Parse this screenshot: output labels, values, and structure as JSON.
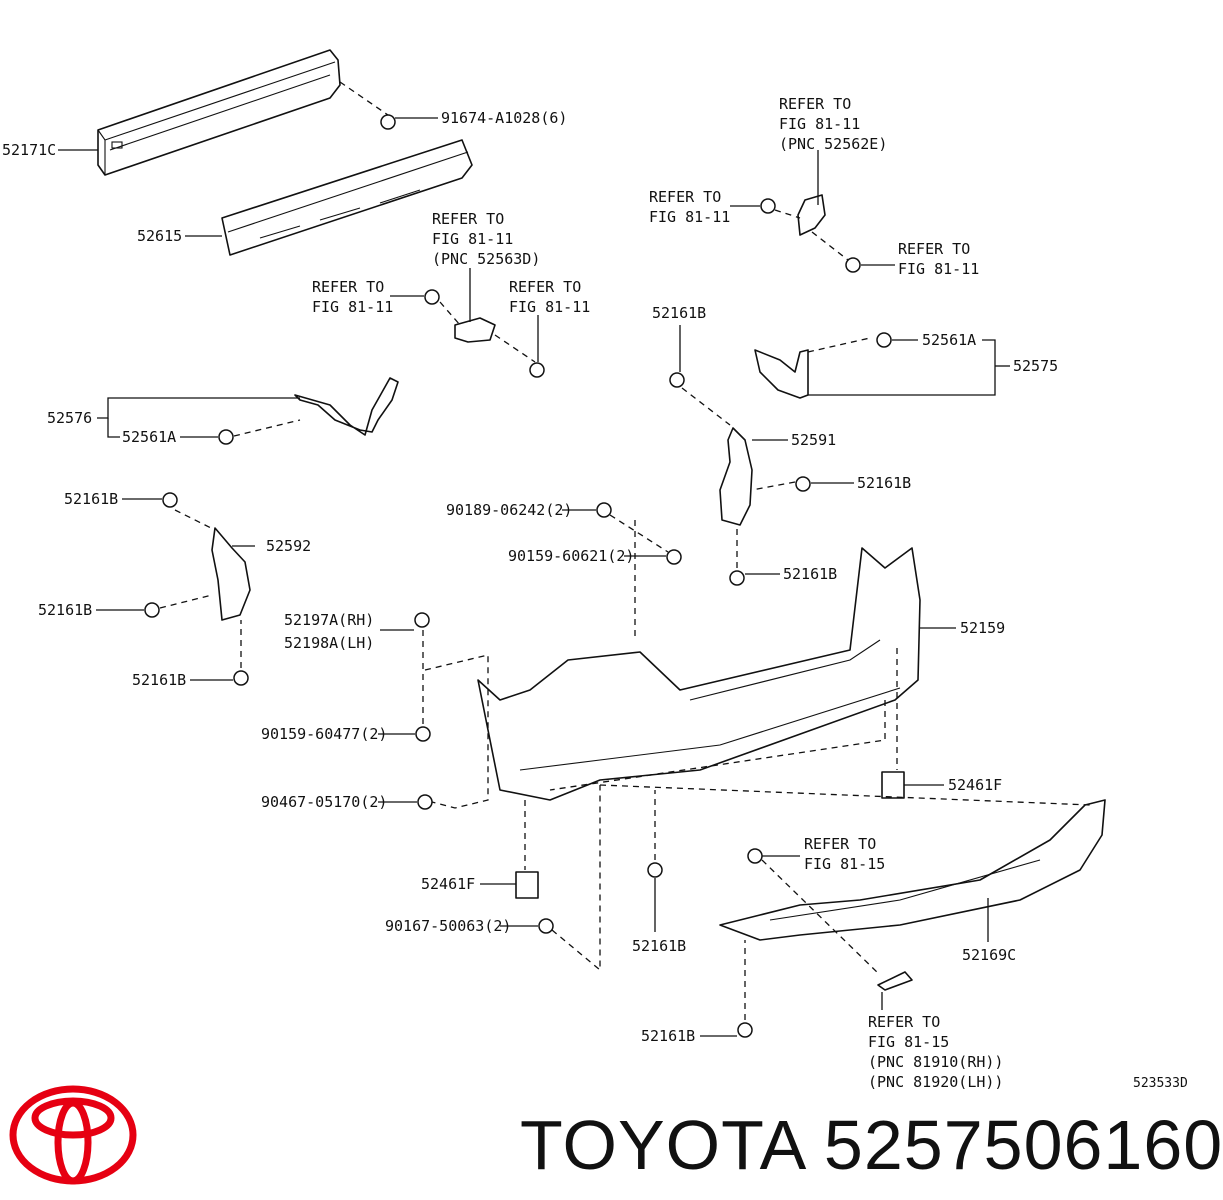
{
  "diagram": {
    "parts": {
      "p52171C": "52171C",
      "p91674": "91674-A1028(6)",
      "p52615": "52615",
      "p52576": "52576",
      "p52561A_left": "52561A",
      "p52161B_a": "52161B",
      "p52592": "52592",
      "p52161B_b": "52161B",
      "p52161B_c": "52161B",
      "p52197A": "52197A(RH)",
      "p52198A": "52198A(LH)",
      "p90159_60477": "90159-60477(2)",
      "p90467": "90467-05170(2)",
      "p52461F_left": "52461F",
      "p90167": "90167-50063(2)",
      "p90189": "90189-06242(2)",
      "p90159_60621": "90159-60621(2)",
      "p52161B_top": "52161B",
      "p52561A_right": "52561A",
      "p52575": "52575",
      "p52591": "52591",
      "p52161B_d": "52161B",
      "p52161B_e": "52161B",
      "p52159": "52159",
      "p52461F_right": "52461F",
      "p52161B_f": "52161B",
      "p52169C": "52169C",
      "p52161B_g": "52161B"
    },
    "refs": {
      "r1": [
        "REFER TO",
        "FIG 81-11",
        "(PNC 52562E)"
      ],
      "r2": [
        "REFER TO",
        "FIG 81-11"
      ],
      "r3": [
        "REFER TO",
        "FIG 81-11"
      ],
      "r4": [
        "REFER TO",
        "FIG 81-11",
        "(PNC 52563D)"
      ],
      "r5": [
        "REFER TO",
        "FIG 81-11"
      ],
      "r6": [
        "REFER TO",
        "FIG 81-11"
      ],
      "r7": [
        "REFER TO",
        "FIG 81-15"
      ],
      "r8": [
        "REFER TO",
        "FIG 81-15",
        "(PNC 81910(RH))",
        "(PNC 81920(LH))"
      ]
    },
    "figure_code": "523533D"
  },
  "footer": {
    "brand_text": "TOYOTA 5257506160",
    "logo_color": "#e60012"
  }
}
